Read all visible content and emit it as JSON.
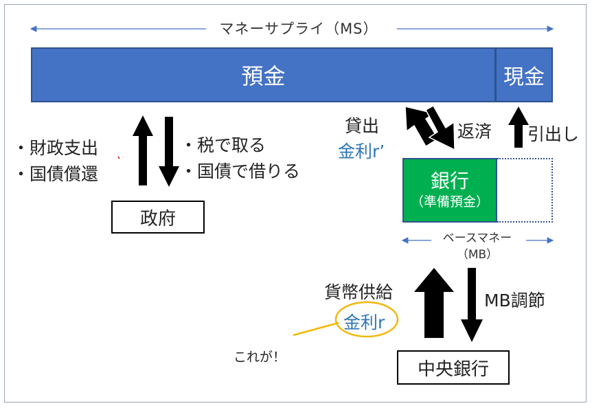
{
  "money_supply_label": "マネーサプライ（MS）",
  "deposit_label": "預金",
  "cash_label": "現金",
  "gov_actions_left": [
    "・財政支出",
    "・国債償還"
  ],
  "gov_actions_right": [
    "・税で取る",
    "・国債で借りる"
  ],
  "government_label": "政府",
  "loan_label": "貸出",
  "loan_rate_label": "金利r’",
  "repay_label": "返済",
  "withdraw_label": "引出し",
  "bank_label": "銀行",
  "bank_sub_label": "（準備預金）",
  "base_money_label": "ベースマネー",
  "base_money_abbr": "（MB）",
  "money_supply_action": "貨幣供給",
  "policy_rate_label": "金利r",
  "mb_adjust_label": "MB調節",
  "annotation_label": "これが！",
  "central_bank_label": "中央銀行",
  "colors": {
    "deposit_fill": "#4472c4",
    "bank_fill": "#00b050",
    "rate_text": "#2e75b6",
    "highlight_ellipse": "#f2b705"
  }
}
